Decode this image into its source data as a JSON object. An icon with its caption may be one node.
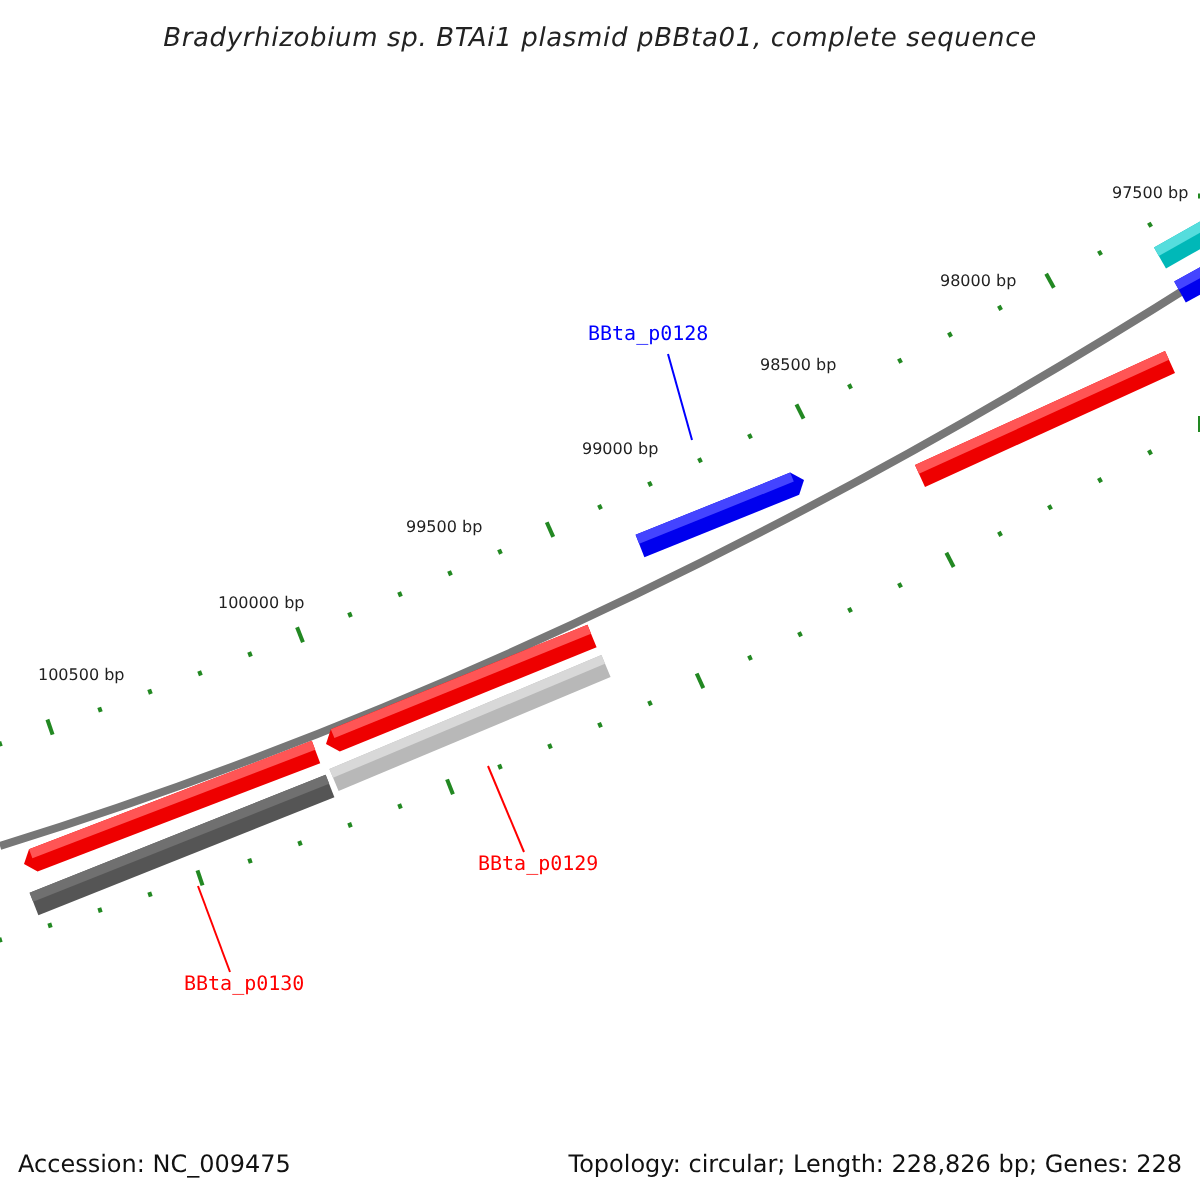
{
  "diagram": {
    "title": "Bradyrhizobium sp. BTAi1 plasmid pBBta01, complete sequence",
    "nodes": [
      {
        "text": [
          "BBta_p0128"
        ]
      },
      {
        "text": [],
        "shape": "bar"
      },
      {
        "text": [
          "BBta_p0129"
        ]
      },
      {
        "text": [],
        "shape": "bar"
      },
      {
        "text": [
          "BBta_p0130"
        ]
      },
      {
        "text": [],
        "shape": "bar"
      }
    ],
    "edges": [
      {
        "from": 0,
        "to": 1,
        "arrow": "none",
        "color": "#0000ff"
      },
      {
        "from": 2,
        "to": 3,
        "arrow": "none",
        "color": "#ff0000"
      },
      {
        "from": 4,
        "to": 5,
        "arrow": "none",
        "color": "#ff0000"
      }
    ],
    "labels": [
      "97500 bp",
      "98000 bp",
      "98500 bp",
      "99000 bp",
      "99500 bp",
      "100000 bp",
      "100500 bp",
      "Accession: NC_009475",
      "Topology: circular; Length: 228,826 bp; Genes: 228"
    ]
  }
}
